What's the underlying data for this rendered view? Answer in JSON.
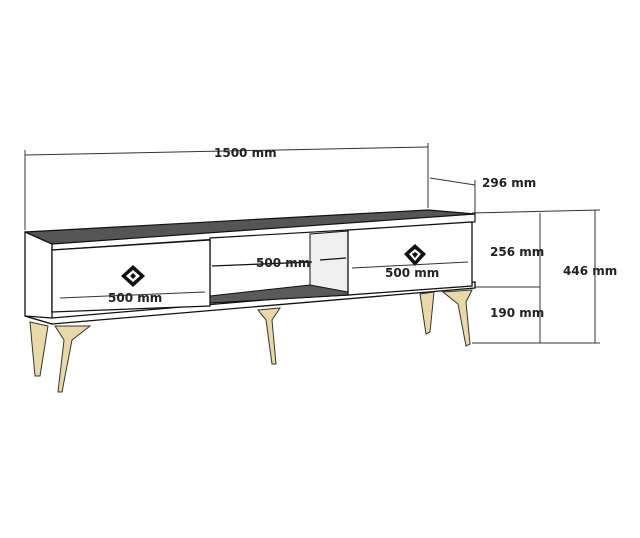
{
  "dimensions": {
    "width": "1500 mm",
    "depth": "296 mm",
    "cabinet_height": "256 mm",
    "leg_height": "190 mm",
    "total_height": "446 mm",
    "left_drawer_width": "500 mm",
    "middle_shelf_width": "500 mm",
    "right_drawer_width": "500 mm"
  },
  "colors": {
    "top_surface": "#555555",
    "body": "#ffffff",
    "shelf_inner": "#e6e6e6",
    "legs": "#e9d9a8",
    "leg_outline": "#333333",
    "handle": "#111111"
  }
}
